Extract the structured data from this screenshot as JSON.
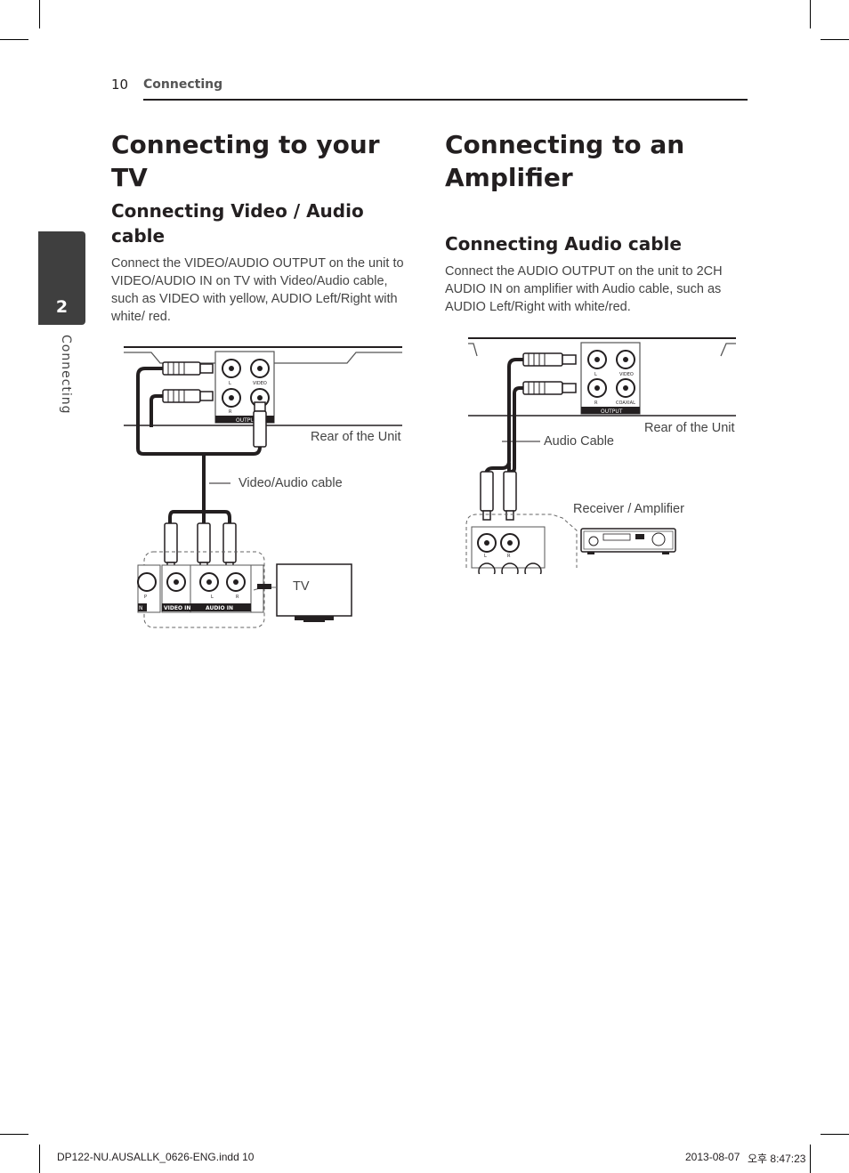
{
  "header": {
    "page_number": "10",
    "section": "Connecting"
  },
  "side_tab": {
    "number": "2",
    "label": "Connecting"
  },
  "left": {
    "title": "Connecting to your TV",
    "subtitle": "Connecting Video / Audio cable",
    "body": "Connect the VIDEO/AUDIO OUTPUT on the unit to VIDEO/AUDIO IN on TV with  Video/Audio cable, such as VIDEO with yellow, AUDIO Left/Right with white/ red.",
    "diagram": {
      "rear_label": "Rear of the Unit",
      "cable_label": "Video/Audio cable",
      "tv_label": "TV",
      "jack_L": "L",
      "jack_R": "R",
      "jack_video": "VIDEO",
      "output": "OUTPUT",
      "video_in": "VIDEO IN",
      "audio_in": "AUDIO IN",
      "pr": "P",
      "tv_L": "L",
      "tv_R": "R",
      "edge_in": "N"
    }
  },
  "right": {
    "title": "Connecting to an Amplifier",
    "subtitle": "Connecting Audio cable",
    "body": "Connect the AUDIO OUTPUT on the unit to 2CH AUDIO IN on amplifier with Audio cable, such as AUDIO Left/Right with white/red.",
    "diagram": {
      "rear_label": "Rear of the Unit",
      "cable_label": "Audio Cable",
      "receiver_label": "Receiver / Amplifier",
      "jack_L": "L",
      "jack_R": "R",
      "jack_video": "VIDEO",
      "jack_coaxial": "COAXIAL",
      "output": "OUTPUT",
      "amp_L": "L",
      "amp_R": "R"
    }
  },
  "footer": {
    "file": "DP122-NU.AUSALLK_0626-ENG.indd   10",
    "date": "2013-08-07",
    "time": "오후 8:47:23"
  }
}
